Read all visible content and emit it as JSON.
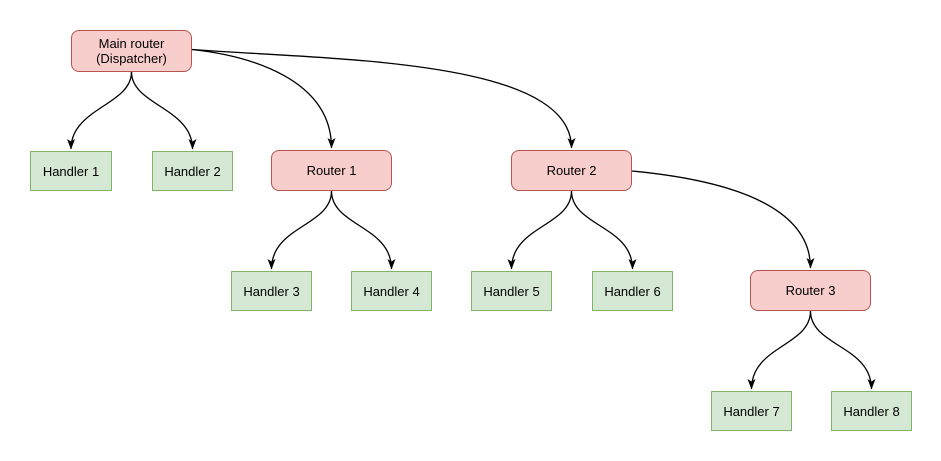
{
  "diagram": {
    "type": "flow-diagram",
    "background_color": "#ffffff",
    "colors": {
      "router_fill": "#f8cecc",
      "router_border": "#b85450",
      "handler_fill": "#d5e8d4",
      "handler_border": "#82b366",
      "edge_color": "#000000",
      "text_color": "#000000"
    },
    "nodes": [
      {
        "id": "main-router",
        "kind": "router",
        "label": "Main router\n(Dispatcher)"
      },
      {
        "id": "handler-1",
        "kind": "handler",
        "label": "Handler 1"
      },
      {
        "id": "handler-2",
        "kind": "handler",
        "label": "Handler 2"
      },
      {
        "id": "router-1",
        "kind": "router",
        "label": "Router 1"
      },
      {
        "id": "handler-3",
        "kind": "handler",
        "label": "Handler 3"
      },
      {
        "id": "handler-4",
        "kind": "handler",
        "label": "Handler 4"
      },
      {
        "id": "router-2",
        "kind": "router",
        "label": "Router 2"
      },
      {
        "id": "handler-5",
        "kind": "handler",
        "label": "Handler 5"
      },
      {
        "id": "handler-6",
        "kind": "handler",
        "label": "Handler 6"
      },
      {
        "id": "router-3",
        "kind": "router",
        "label": "Router 3"
      },
      {
        "id": "handler-7",
        "kind": "handler",
        "label": "Handler 7"
      },
      {
        "id": "handler-8",
        "kind": "handler",
        "label": "Handler 8"
      }
    ],
    "edges": [
      {
        "from": "main-router",
        "to": "handler-1"
      },
      {
        "from": "main-router",
        "to": "handler-2"
      },
      {
        "from": "main-router",
        "to": "router-1"
      },
      {
        "from": "main-router",
        "to": "router-2"
      },
      {
        "from": "router-1",
        "to": "handler-3"
      },
      {
        "from": "router-1",
        "to": "handler-4"
      },
      {
        "from": "router-2",
        "to": "handler-5"
      },
      {
        "from": "router-2",
        "to": "handler-6"
      },
      {
        "from": "router-2",
        "to": "router-3"
      },
      {
        "from": "router-3",
        "to": "handler-7"
      },
      {
        "from": "router-3",
        "to": "handler-8"
      }
    ]
  }
}
